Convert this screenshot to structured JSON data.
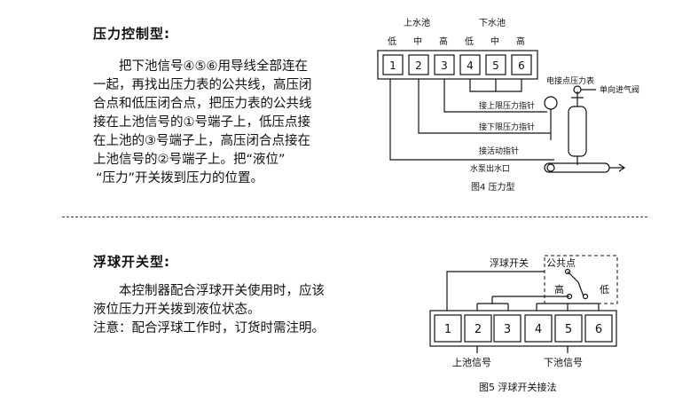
{
  "section1": {
    "title": "压力控制型:",
    "para_lines": [
      "把下池信号④⑤⑥用导线全部连在",
      "一起，再找出压力表的公共线，高压闭",
      "合点和低压闭合点，把压力表的公共线",
      "接在上池信号的①号端子上，低压点接",
      "在上池的③号端子上，高压闭合点接在",
      "上池信号的②号端子上。把“液位”",
      "“压力”开关拨到压力的位置。"
    ]
  },
  "section2": {
    "title": "浮球开关型:",
    "para_lines": [
      "本控制器配合浮球开关使用时，应该",
      "液位压力开关拨到液位状态。",
      "注意：配合浮球工作时，订货时需注明。"
    ]
  },
  "fig4": {
    "upper_pool": "上水池",
    "lower_pool": "下水池",
    "levels": [
      "低",
      "中",
      "高",
      "低",
      "中",
      "高"
    ],
    "terminals": [
      "1",
      "2",
      "3",
      "4",
      "5",
      "6"
    ],
    "gauge_label": "电接点压力表",
    "valve_label": "单向进气阀",
    "upper_limit": "接上限压力指针",
    "lower_limit": "接下限压力指针",
    "active_pointer": "接活动指针",
    "pump_outlet": "水泵出水口",
    "caption": "图4 压力型"
  },
  "fig5": {
    "float_switch": "浮球开关",
    "common_point": "公共点",
    "high": "高",
    "low": "低",
    "terminals": [
      "1",
      "2",
      "3",
      "4",
      "5",
      "6"
    ],
    "upper_signal": "上池信号",
    "lower_signal": "下池信号",
    "caption": "图5 浮球开关接法"
  }
}
